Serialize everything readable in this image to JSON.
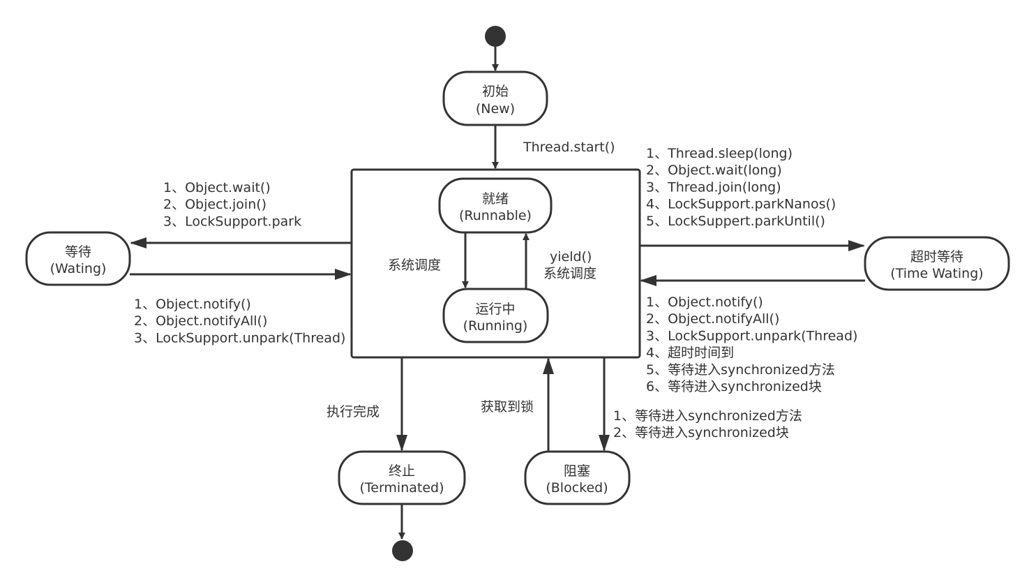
{
  "states": {
    "new": {
      "name": "初始",
      "en": "(New)"
    },
    "runnable": {
      "name": "就绪",
      "en": "(Runnable)"
    },
    "running": {
      "name": "运行中",
      "en": "(Running)"
    },
    "waiting": {
      "name": "等待",
      "en": "(Wating)"
    },
    "timed": {
      "name": "超时等待",
      "en": "(Time Wating)"
    },
    "terminated": {
      "name": "终止",
      "en": "(Terminated)"
    },
    "blocked": {
      "name": "阻塞",
      "en": "(Blocked)"
    }
  },
  "transitions": {
    "start": "Thread.start()",
    "schedule": "系统调度",
    "yield": "yield()",
    "yield_schedule": "系统调度",
    "to_waiting": [
      "1、Object.wait()",
      "2、Object.join()",
      "3、LockSupport.park"
    ],
    "from_waiting": [
      "1、Object.notify()",
      "2、Object.notifyAll()",
      "3、LockSupport.unpark(Thread)"
    ],
    "to_timed": [
      "1、Thread.sleep(long)",
      "2、Object.wait(long)",
      "3、Thread.join(long)",
      "4、LockSupport.parkNanos()",
      "5、LockSuppert.parkUntil()"
    ],
    "from_timed": [
      "1、Object.notify()",
      "2、Object.notifyAll()",
      "3、LockSupport.unpark(Thread)",
      "4、超时时间到",
      "5、等待进入synchronized方法",
      "6、等待进入synchronized块"
    ],
    "finish": "执行完成",
    "acquire_lock": "获取到锁",
    "to_blocked": [
      "1、等待进入synchronized方法",
      "2、等待进入synchronized块"
    ]
  },
  "colors": {
    "stroke": "#333333",
    "fill": "#ffffff"
  }
}
